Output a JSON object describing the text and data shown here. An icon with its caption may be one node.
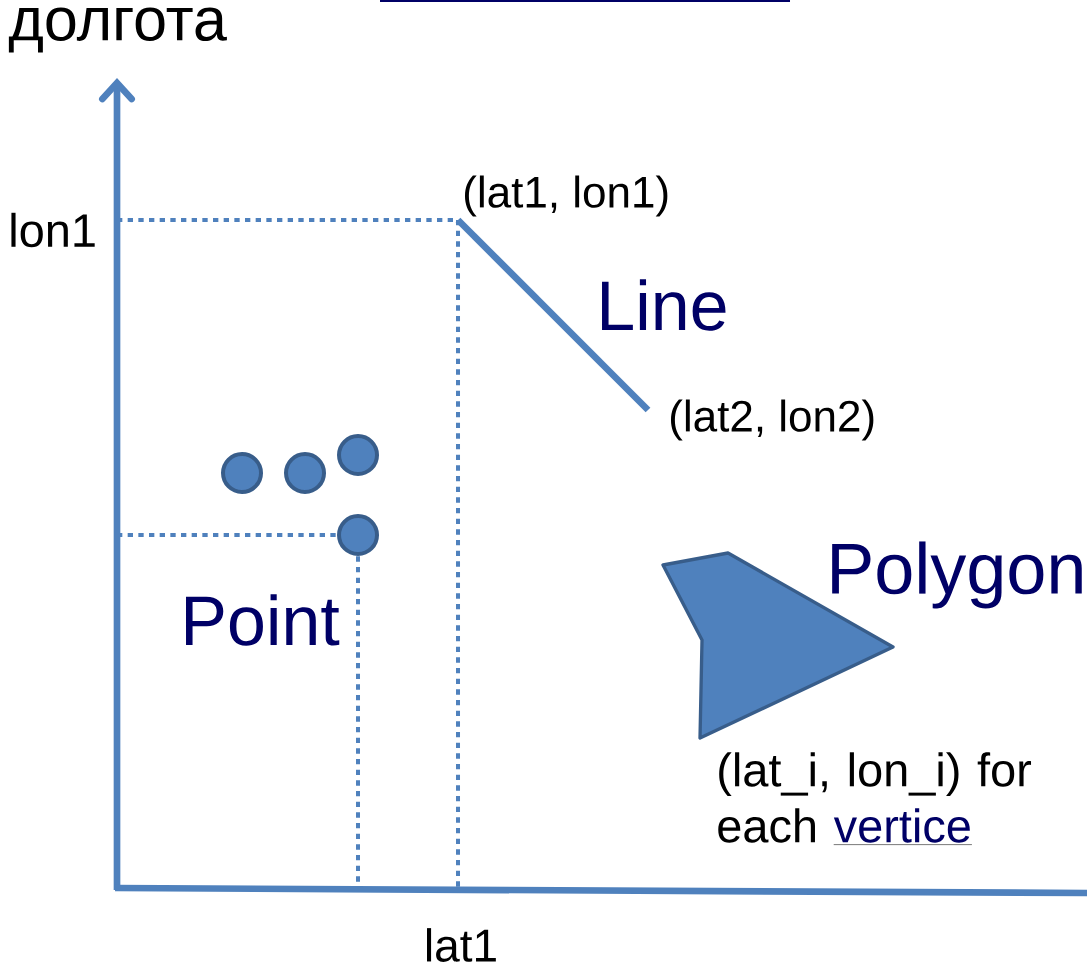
{
  "diagram": {
    "labels": [
      "долгота",
      "lon1",
      "(lat1, lon1)",
      "Line",
      "(lat2, lon2)",
      "Point",
      "Polygon",
      "(lat_i, lon_i) for each",
      "vertice",
      "lat1"
    ]
  }
}
